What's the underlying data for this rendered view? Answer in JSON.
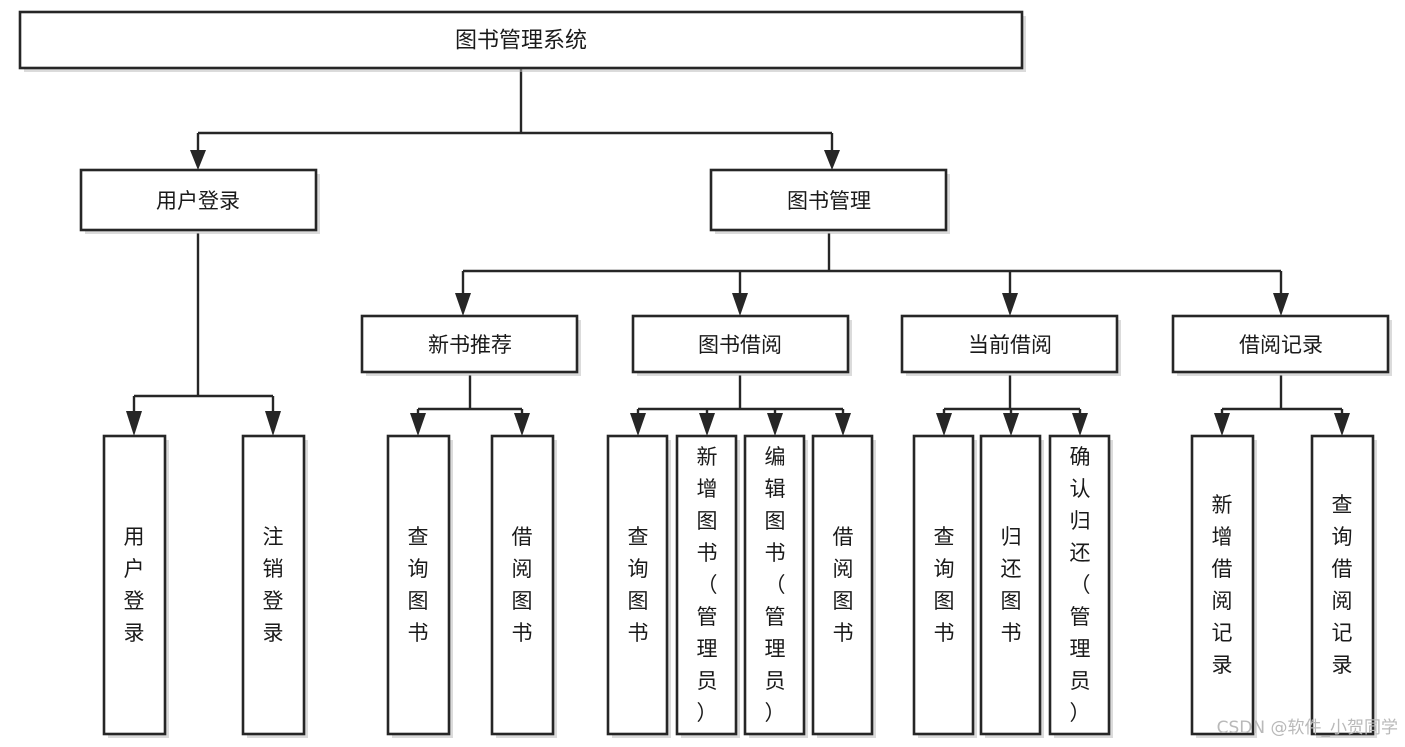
{
  "diagram": {
    "type": "hierarchy-tree",
    "title": "图书管理系统",
    "root": {
      "label": "图书管理系统",
      "level": 0
    },
    "level2": [
      {
        "label": "用户登录"
      },
      {
        "label": "图书管理"
      }
    ],
    "level3": [
      {
        "label": "新书推荐",
        "parent": "图书管理"
      },
      {
        "label": "图书借阅",
        "parent": "图书管理"
      },
      {
        "label": "当前借阅",
        "parent": "图书管理"
      },
      {
        "label": "借阅记录",
        "parent": "图书管理"
      }
    ],
    "leaves": {
      "用户登录": [
        "用户登录",
        "注销登录"
      ],
      "新书推荐": [
        "查询图书",
        "借阅图书"
      ],
      "图书借阅": [
        "查询图书",
        "新增图书（管理员）",
        "编辑图书（管理员）",
        "借阅图书"
      ],
      "当前借阅": [
        "查询图书",
        "归还图书",
        "确认归还（管理员）"
      ],
      "借阅记录": [
        "新增借阅记录",
        "查询借阅记录"
      ]
    },
    "nodes": [
      {
        "id": "root",
        "label": "图书管理系统"
      },
      {
        "id": "user-login",
        "label": "用户登录"
      },
      {
        "id": "book-manage",
        "label": "图书管理"
      },
      {
        "id": "new-book-rec",
        "label": "新书推荐"
      },
      {
        "id": "book-borrow",
        "label": "图书借阅"
      },
      {
        "id": "current-borrow",
        "label": "当前借阅"
      },
      {
        "id": "borrow-record",
        "label": "借阅记录"
      },
      {
        "id": "leaf-user-login",
        "label": "用户登录"
      },
      {
        "id": "leaf-logout",
        "label": "注销登录"
      },
      {
        "id": "leaf-query-book-1",
        "label": "查询图书"
      },
      {
        "id": "leaf-borrow-book-1",
        "label": "借阅图书"
      },
      {
        "id": "leaf-query-book-2",
        "label": "查询图书"
      },
      {
        "id": "leaf-add-book-admin",
        "label": "新增图书（管理员）"
      },
      {
        "id": "leaf-edit-book-admin",
        "label": "编辑图书（管理员）"
      },
      {
        "id": "leaf-borrow-book-2",
        "label": "借阅图书"
      },
      {
        "id": "leaf-query-book-3",
        "label": "查询图书"
      },
      {
        "id": "leaf-return-book",
        "label": "归还图书"
      },
      {
        "id": "leaf-confirm-return-admin",
        "label": "确认归还（管理员）"
      },
      {
        "id": "leaf-add-borrow-record",
        "label": "新增借阅记录"
      },
      {
        "id": "leaf-query-borrow-record",
        "label": "查询借阅记录"
      }
    ],
    "colors": {
      "box_border": "#262626",
      "box_fill": "#ffffff",
      "connector": "#262626",
      "text": "#1a1a1a",
      "background": "#ffffff",
      "watermark": "#b9b9b9"
    }
  },
  "watermark": {
    "text": "CSDN @软件_小贺同学"
  }
}
